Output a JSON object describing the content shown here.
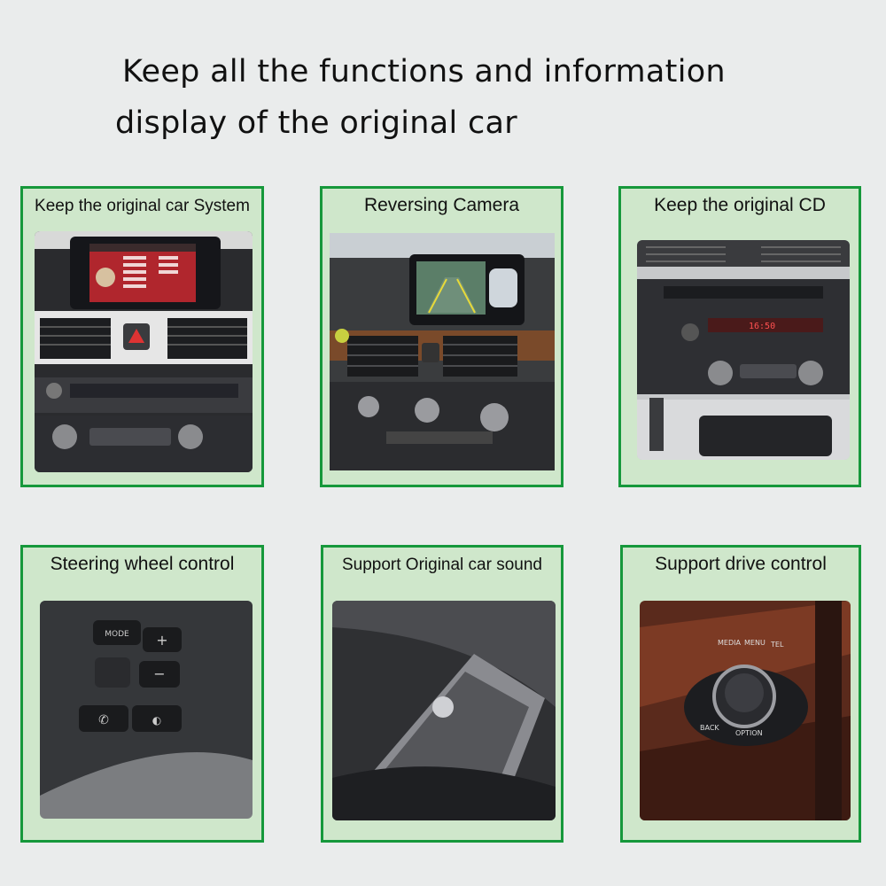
{
  "headline": {
    "line1": "Keep all the functions and information",
    "line2": "display of the original car"
  },
  "cards": [
    {
      "title": "Keep the original car System",
      "icon": "car-navigation-screen"
    },
    {
      "title": "Reversing Camera",
      "icon": "reversing-camera-screen"
    },
    {
      "title": "Keep the original CD",
      "icon": "cd-player"
    },
    {
      "title": "Steering wheel control",
      "icon": "steering-wheel-buttons"
    },
    {
      "title": "Support Original car sound",
      "icon": "door-speaker"
    },
    {
      "title": "Support drive control",
      "icon": "idrive-knob"
    }
  ],
  "photo_labels": {
    "cd_time": "16:50",
    "steering_mode": "MODE",
    "knob_media": "MEDIA",
    "knob_menu": "MENU",
    "knob_tel": "TEL",
    "knob_back": "BACK",
    "knob_option": "OPTION"
  },
  "colors": {
    "card_border": "#16983b",
    "card_fill": "#cfe7cb",
    "background": "#eaecec"
  }
}
